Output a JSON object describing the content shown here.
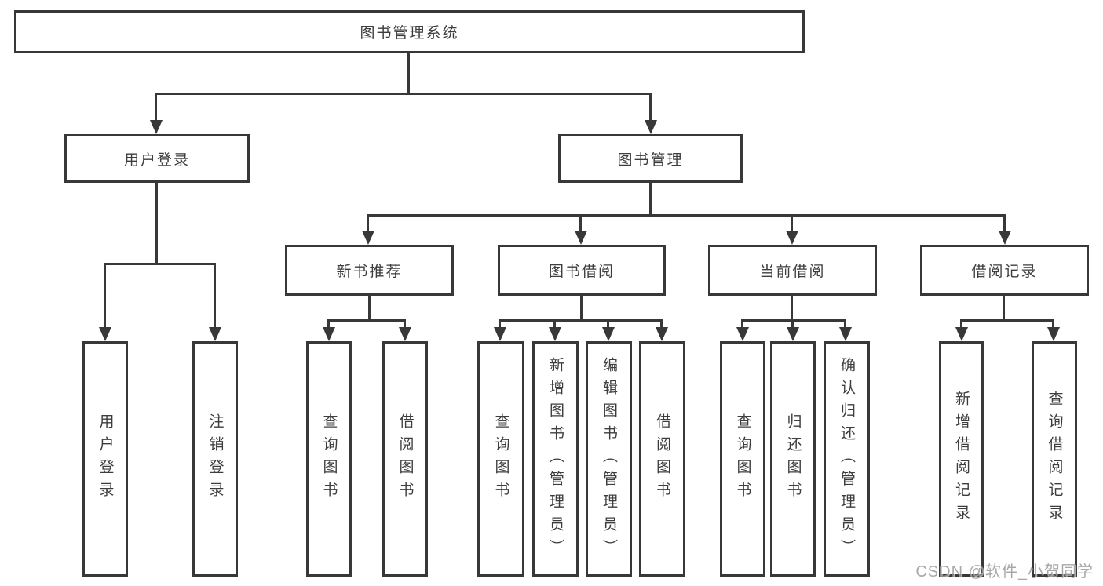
{
  "watermark": "CSDN @软件_小贺同学",
  "colors": {
    "line": "#383838",
    "box_border": "#383838",
    "box_fill": "#ffffff",
    "text": "#3d3d3d",
    "watermark": "#9a9a9a"
  },
  "tree": {
    "label": "图书管理系统",
    "children": [
      {
        "label": "用户登录",
        "children": [
          {
            "label": "用户登录"
          },
          {
            "label": "注销登录"
          }
        ]
      },
      {
        "label": "图书管理",
        "children": [
          {
            "label": "新书推荐",
            "children": [
              {
                "label": "查询图书"
              },
              {
                "label": "借阅图书"
              }
            ]
          },
          {
            "label": "图书借阅",
            "children": [
              {
                "label": "查询图书"
              },
              {
                "label": "新增图书（管理员）"
              },
              {
                "label": "编辑图书（管理员）"
              },
              {
                "label": "借阅图书"
              }
            ]
          },
          {
            "label": "当前借阅",
            "children": [
              {
                "label": "查询图书"
              },
              {
                "label": "归还图书"
              },
              {
                "label": "确认归还（管理员）"
              }
            ]
          },
          {
            "label": "借阅记录",
            "children": [
              {
                "label": "新增借阅记录"
              },
              {
                "label": "查询借阅记录"
              }
            ]
          }
        ]
      }
    ]
  }
}
